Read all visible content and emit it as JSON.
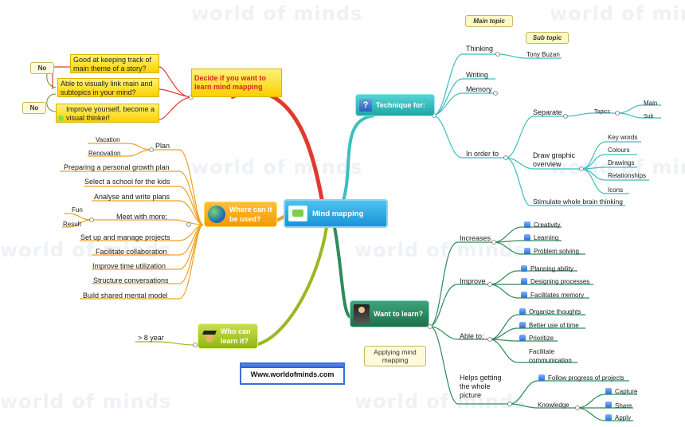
{
  "watermark": "world of minds",
  "center": {
    "label": "Mind mapping"
  },
  "decide": {
    "title": "Decide if you want to learn mind mapping",
    "items": [
      "Good at keeping track of main theme of a story?",
      "Able to visually link main and subtopics in your mind?",
      "Improve yourself, become a visual thinker!"
    ],
    "no_label": "No"
  },
  "technique": {
    "label": "Technique for:",
    "thinking": "Thinking",
    "main_topic_callout": "Main topic",
    "sub_topic_callout": "Sub topic",
    "tony": "Tony Buzan",
    "writing": "Writing",
    "memory": "Memory",
    "in_order_to": "In order to",
    "separate": "Separate",
    "topics": "Topics",
    "main": "Main",
    "sub": "Sub",
    "draw": "Draw graphic overview",
    "draw_items": [
      "Key words",
      "Colours",
      "Drawings",
      "Relationships",
      "Icons"
    ],
    "stimulate": "Stimulate whole brain thinking"
  },
  "where": {
    "label": "Where can it be used?",
    "plan": "Plan",
    "vacation": "Vacation",
    "renovation": "Renovation",
    "items": [
      "Preparing a personal growth plan",
      "Select a school for the kids",
      "Analyse and write plans"
    ],
    "meet": "Meet with more;",
    "fun": "Fun",
    "result": "Result",
    "items2": [
      "Set up and manage projects",
      "Facilitate collaboration",
      "Improve time utilization",
      "Structure conversations",
      "Build shared mental model"
    ]
  },
  "who": {
    "label": "Who can learn it?",
    "age": "> 8 year"
  },
  "website": "Www.worldofminds.com",
  "learn": {
    "label": "Want to learn?",
    "callout": "Applying mind mapping",
    "increases": "Increases",
    "increases_items": [
      "Creativity",
      "Learning",
      "Problem solving"
    ],
    "improve": "Improve",
    "improve_items": [
      "Planning ability",
      "Designing processes",
      "Facilitates memory"
    ],
    "able": "Able to:",
    "able_items": [
      "Organize thoughts",
      "Better use of time",
      "Prioritize",
      "Facilitate communication"
    ],
    "helps": "Helps getting the whole picture",
    "follow": "Follow progress of projects",
    "knowledge": "Knowledge",
    "knowledge_items": [
      "Capture",
      "Share",
      "Apply"
    ]
  },
  "colors": {
    "red": "#e03a2e",
    "teal": "#3bbfbf",
    "orange": "#f0a020",
    "olive": "#9ab820",
    "green": "#2e8a5a"
  }
}
